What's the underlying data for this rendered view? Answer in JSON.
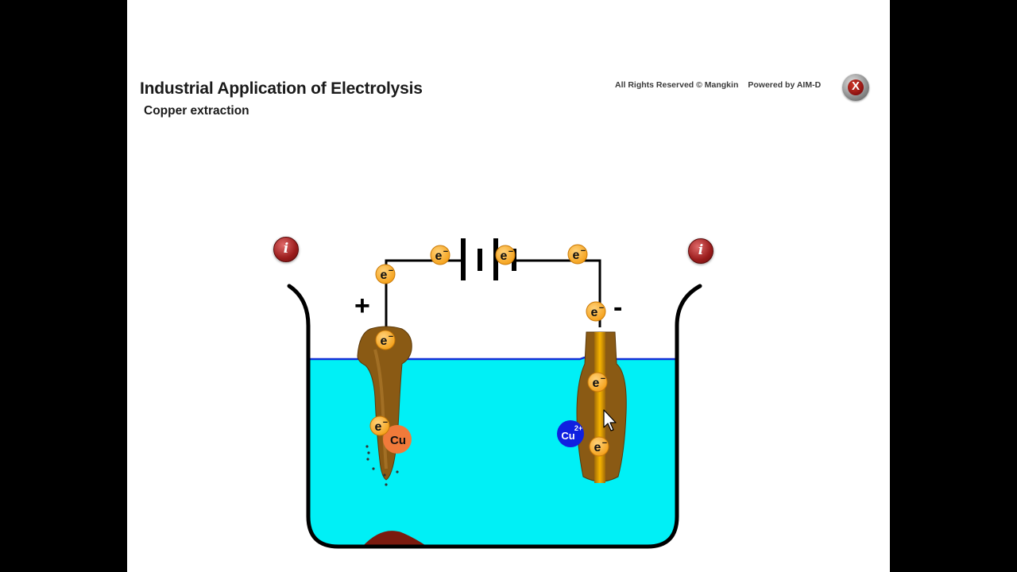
{
  "header": {
    "title": "Industrial Application of Electrolysis",
    "subtitle": "Copper extraction"
  },
  "credits": {
    "rights": "All Rights Reserved © Mangkin",
    "powered": "Powered by AIM-D"
  },
  "icons": {
    "logo": "aimd-logo-icon",
    "info": "info-icon"
  },
  "buttons": {
    "info_glyph": "i"
  },
  "diagram": {
    "anode_sign": "+",
    "cathode_sign": "-",
    "electron_label": "e",
    "electron_charge": "−",
    "copper_atom_label": "Cu",
    "copper_ion_label": "Cu",
    "copper_ion_charge": "2+",
    "colors": {
      "solution": "#00f0f6",
      "solution_line": "#1430d8",
      "anode": "#8a5a14",
      "cathode_core": "#f0a800",
      "electron": "#f5a21c",
      "copper_atom": "#f07a3a",
      "copper_ion": "#1020e0",
      "sludge": "#7a1a0e"
    }
  }
}
